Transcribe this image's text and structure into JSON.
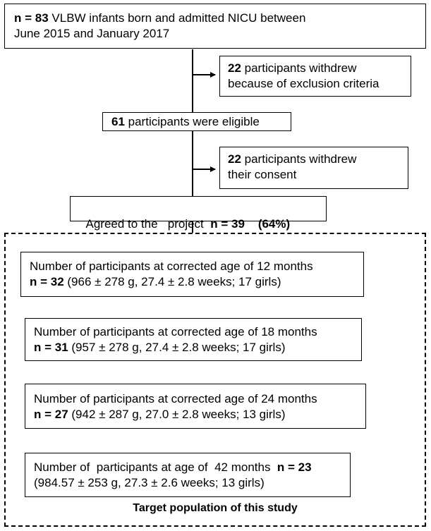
{
  "nodes": {
    "initial": {
      "n_label": "n = 83",
      "text1": " VLBW infants  born and admitted  NICU between",
      "text2": "June 2015 and January 2017"
    },
    "excluded1": {
      "count": "22",
      "text1": " participants withdrew",
      "text2": "because of exclusion criteria"
    },
    "eligible": {
      "count": "61",
      "text": " participants were eligible"
    },
    "excluded2": {
      "count": "22",
      "text1": " participants withdrew",
      "text2": "their consent"
    },
    "agreed": {
      "text": "Agreed to the   project  ",
      "n_label": "n = 39",
      "pct": "(64%)"
    },
    "m12": {
      "line1": "Number of participants at corrected age of 12 months",
      "n_label": "n = 32",
      "detail": " (966 ± 278 g, 27.4 ± 2.8 weeks; 17 girls)"
    },
    "m18": {
      "line1": "Number of participants at corrected age of 18 months",
      "n_label": "n = 31",
      "detail": " (957 ± 278 g, 27.4 ± 2.8 weeks; 17 girls)"
    },
    "m24": {
      "line1": "Number of participants at corrected age of 24 months",
      "n_label": "n = 27",
      "detail": " (942 ± 287 g, 27.0 ± 2.8 weeks; 13 girls)"
    },
    "m42": {
      "line1": "Number of  participants at age of  42 months  ",
      "n_label": "n = 23",
      "detail": "(984.57 ± 253 g, 27.3 ± 2.6 weeks; 13 girls)"
    }
  },
  "target_caption": "Target population of this study"
}
